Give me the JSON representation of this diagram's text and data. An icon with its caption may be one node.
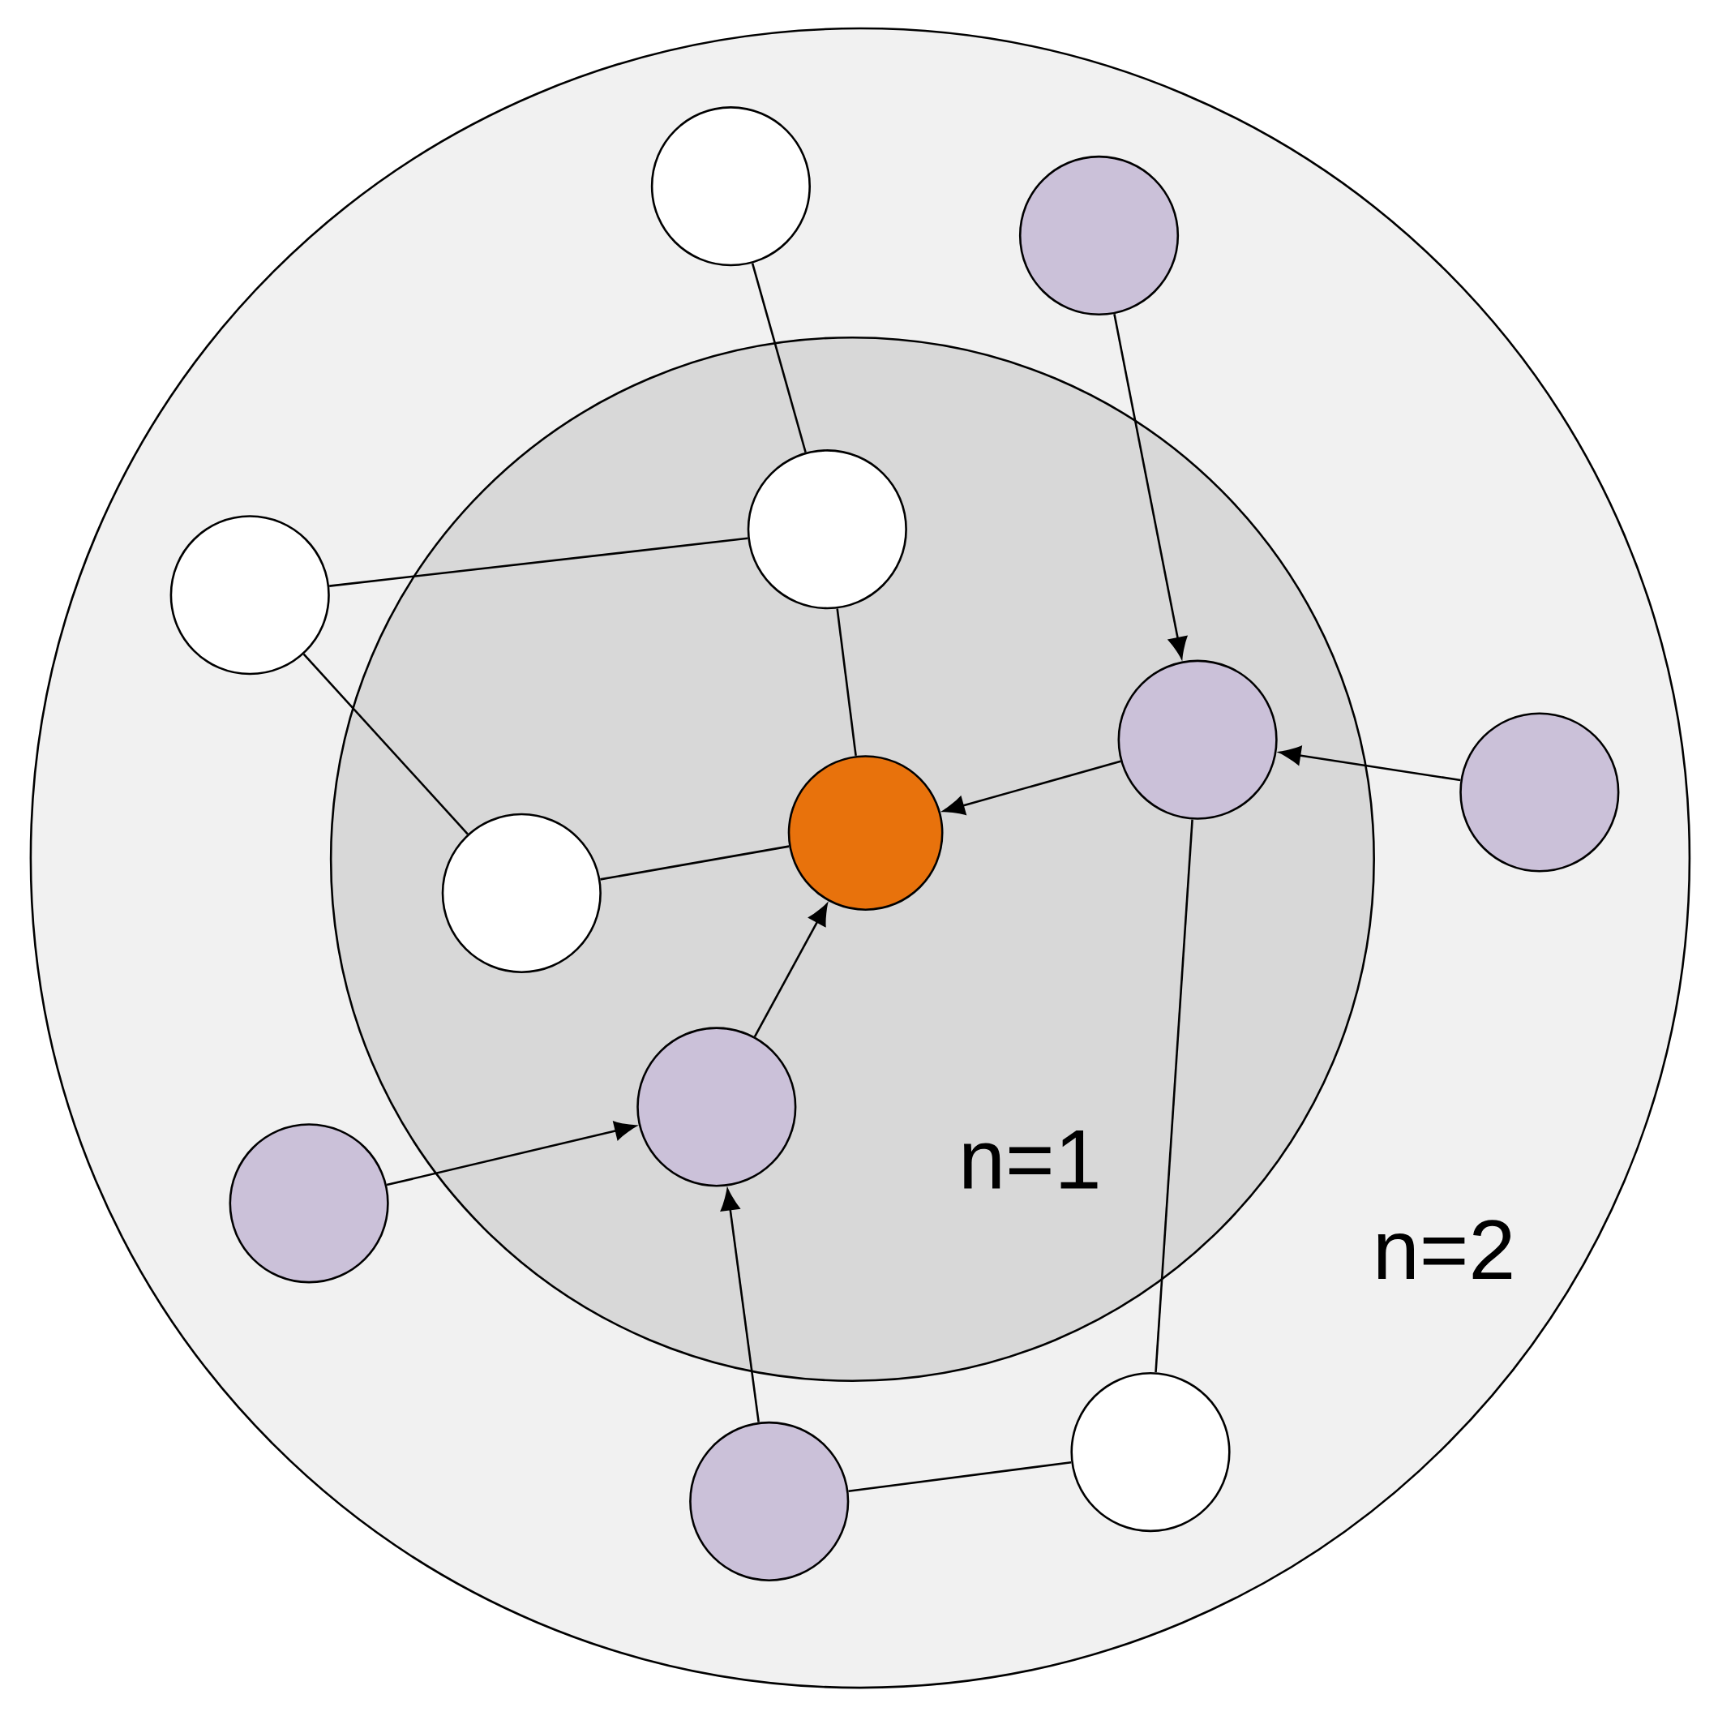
{
  "diagram": {
    "nodes": [
      {
        "text": [
          "n=2"
        ]
      },
      {
        "text": [
          "n=1"
        ],
        "in": 0
      },
      {
        "text": [],
        "shape": "circle",
        "in": 0
      },
      {
        "text": [],
        "shape": "circle",
        "in": 0
      },
      {
        "text": [],
        "shape": "circle",
        "in": 0
      },
      {
        "text": [],
        "shape": "circle",
        "in": 1
      },
      {
        "text": [],
        "shape": "circle",
        "in": 1
      },
      {
        "text": [],
        "shape": "circle",
        "in": 0
      },
      {
        "text": [],
        "shape": "circle",
        "in": 1
      },
      {
        "text": [],
        "shape": "circle",
        "in": 1
      },
      {
        "text": [],
        "shape": "circle",
        "in": 1
      },
      {
        "text": [],
        "shape": "circle",
        "in": 0
      },
      {
        "text": [],
        "shape": "circle",
        "in": 0
      },
      {
        "text": [],
        "shape": "circle",
        "in": 0
      }
    ],
    "edges": [
      {
        "from": 2,
        "to": 5,
        "arrow": "none"
      },
      {
        "from": 5,
        "to": 4,
        "arrow": "none"
      },
      {
        "from": 5,
        "to": 9,
        "arrow": "none"
      },
      {
        "from": 4,
        "to": 8,
        "arrow": "none"
      },
      {
        "from": 8,
        "to": 9,
        "arrow": "none"
      },
      {
        "from": 3,
        "to": 6,
        "arrow": "to"
      },
      {
        "from": 7,
        "to": 6,
        "arrow": "to"
      },
      {
        "from": 6,
        "to": 9,
        "arrow": "to"
      },
      {
        "from": 10,
        "to": 9,
        "arrow": "to"
      },
      {
        "from": 11,
        "to": 10,
        "arrow": "to"
      },
      {
        "from": 12,
        "to": 10,
        "arrow": "to"
      },
      {
        "from": 6,
        "to": 13,
        "arrow": "none"
      },
      {
        "from": 12,
        "to": 13,
        "arrow": "none"
      }
    ]
  }
}
